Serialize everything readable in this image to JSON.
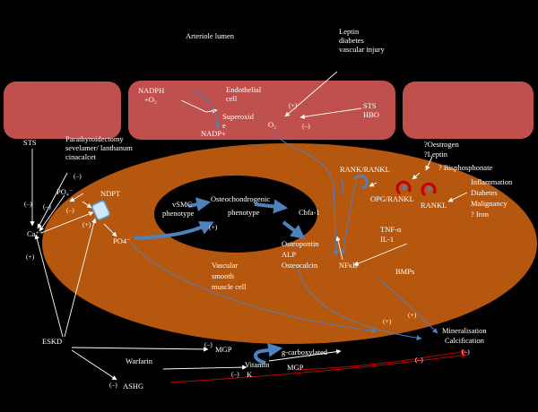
{
  "labels": {
    "arteriole_lumen": "Arteriole lumen",
    "leptin": "Leptin",
    "diabetes": "diabetes",
    "vascular_injury": "vascular injury",
    "nadph": "NADPH",
    "plus_o2": "+O₂",
    "endothelial": "Endothelial",
    "cell": "cell",
    "superoxid": "Superoxid",
    "superoxid_e": "e",
    "nadp": "NADP+",
    "o2": "O₂",
    "sts_hbo_1": "STS",
    "sts_hbo_2": "HBO",
    "sts_left": "STS",
    "parathyroidectomy": "Parathyroidectomy",
    "sevelamer": "sevelamer/ lanthanum",
    "cinacalcet": "cinacalcet",
    "po4_outer": "PO₄⁻",
    "ndpt": "NDPT",
    "ca": "Ca⁺⁺",
    "po4_inner": "PO4⁻",
    "vsmc_1": "vSMC",
    "vsmc_2": "phenotype",
    "osteo_1": "Osteochondrogenic",
    "osteo_2": "phenotype",
    "cbfa": "Cbfa-1",
    "osteopontin": "Osteopontin",
    "alp": "ALP",
    "osteocalcin": "Osteocalcin",
    "vascular_1": "Vascular",
    "vascular_2": "smooth",
    "vascular_3": "muscle cell",
    "rank_rankl": "RANK/RANKL",
    "opg_rankl": "OPG/RANKL",
    "rankl": "RANKL",
    "oestrogen": "?Oestrogen",
    "leptin_q": "?Leptin",
    "bisphosphonate": "? Bisphosphonate",
    "inflammation": "Inflammation",
    "diabetes_r": "Diabetes",
    "malignancy": "Malignancy",
    "iron": "? Iron",
    "tnf": "TNF-α",
    "il1": "IL-1",
    "nfkb": "NFκB",
    "bmps": "BMPs",
    "mineralisation": "Mineralisation",
    "calcification": "Calcification",
    "eskd": "ESKD",
    "warfarin": "Warfarin",
    "mgp": "MGP",
    "vitamin": "Vitamin",
    "vitamin_k": "K",
    "gcarbox": "g-carboxylated",
    "mgp2": "MGP",
    "ashg": "ASHG"
  },
  "signs": {
    "plus": "(+)",
    "minus": "(–)"
  },
  "colors": {
    "background": "#000000",
    "endothelium": "#c0504d",
    "smooth_muscle": "#b5570f",
    "arrow_blue": "#4f81bd",
    "inhibition_red": "#c00000",
    "text": "#ffffff"
  }
}
